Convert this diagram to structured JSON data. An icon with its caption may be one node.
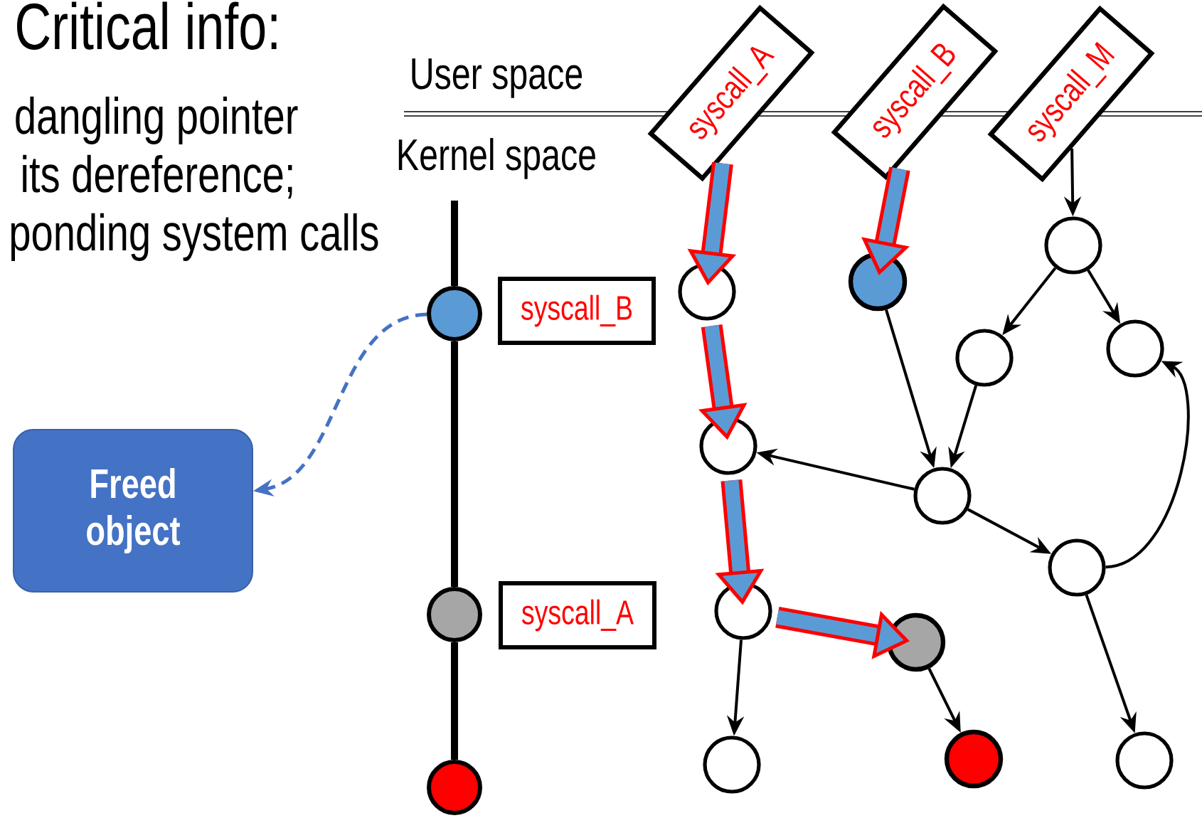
{
  "diagram": {
    "nodes": [
      {
        "text": [
          "syscall_A"
        ]
      },
      {
        "text": [
          "syscall_B"
        ]
      },
      {
        "text": [
          "syscall_M"
        ]
      },
      {
        "text": [],
        "shape": "circle"
      },
      {
        "text": [
          "syscall_B"
        ]
      },
      {
        "text": [
          "Freed object"
        ]
      },
      {
        "text": [],
        "shape": "circle"
      },
      {
        "text": [
          "syscall_A"
        ]
      },
      {
        "text": [],
        "shape": "circle"
      },
      {
        "text": [],
        "shape": "circle"
      },
      {
        "text": [],
        "shape": "circle"
      },
      {
        "text": [],
        "shape": "circle"
      },
      {
        "text": [],
        "shape": "circle"
      },
      {
        "text": [],
        "shape": "circle"
      },
      {
        "text": [],
        "shape": "circle"
      },
      {
        "text": [],
        "shape": "circle"
      },
      {
        "text": [],
        "shape": "circle"
      },
      {
        "text": [],
        "shape": "circle"
      },
      {
        "text": [],
        "shape": "circle"
      },
      {
        "text": [],
        "shape": "circle"
      },
      {
        "text": [],
        "shape": "circle"
      },
      {
        "text": [],
        "shape": "circle"
      }
    ],
    "edges": [
      {
        "from": null,
        "to": 3,
        "arrow": "none",
        "style": "thick"
      },
      {
        "from": 3,
        "to": 6,
        "arrow": "none",
        "style": "thick"
      },
      {
        "from": 6,
        "to": 8,
        "arrow": "none",
        "style": "thick"
      },
      {
        "from": 3,
        "to": 5,
        "arrow": "to",
        "style": "dashed",
        "color": "#4472c4"
      },
      {
        "from": 2,
        "to": 11,
        "arrow": "to"
      },
      {
        "from": 11,
        "to": 12,
        "arrow": "to"
      },
      {
        "from": 11,
        "to": 13,
        "arrow": "to"
      },
      {
        "from": 10,
        "to": 15,
        "arrow": "to"
      },
      {
        "from": 12,
        "to": 15,
        "arrow": "to"
      },
      {
        "from": 15,
        "to": 14,
        "arrow": "to"
      },
      {
        "from": 15,
        "to": 16,
        "arrow": "to"
      },
      {
        "from": 16,
        "to": 13,
        "arrow": "to"
      },
      {
        "from": 17,
        "to": 19,
        "arrow": "to"
      },
      {
        "from": 18,
        "to": 20,
        "arrow": "to"
      },
      {
        "from": 16,
        "to": 21,
        "arrow": "to"
      },
      {
        "from": 0,
        "to": 9,
        "arrow": "to",
        "style": "thick",
        "color": "#ff0000"
      },
      {
        "from": 9,
        "to": 14,
        "arrow": "to",
        "style": "thick",
        "color": "#ff0000"
      },
      {
        "from": 14,
        "to": 17,
        "arrow": "to",
        "style": "thick",
        "color": "#ff0000"
      },
      {
        "from": 17,
        "to": 18,
        "arrow": "to",
        "style": "thick",
        "color": "#ff0000"
      },
      {
        "from": 1,
        "to": 10,
        "arrow": "to",
        "style": "thick",
        "color": "#ff0000"
      }
    ],
    "labels": [
      "Critical info:",
      "dangling pointer",
      "its dereference;",
      "ponding system calls",
      "User space",
      "Kernel space"
    ]
  }
}
